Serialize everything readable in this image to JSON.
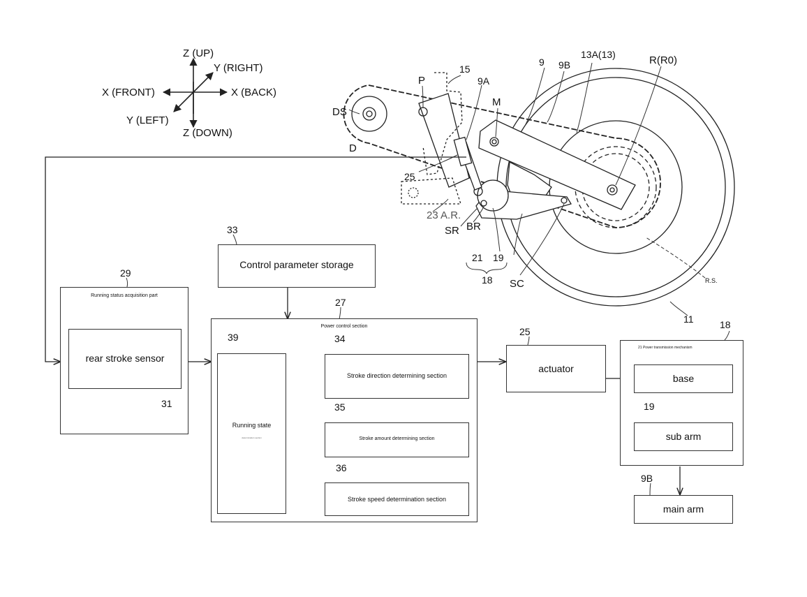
{
  "axes": {
    "z_up": "Z (UP)",
    "y_right": "Y (RIGHT)",
    "x_front": "X (FRONT)",
    "x_back": "X (BACK)",
    "y_left": "Y (LEFT)",
    "z_down": "Z (DOWN)"
  },
  "mechanism_labels": {
    "ds": "DS",
    "d": "D",
    "p": "P",
    "l15": "15",
    "l9a": "9A",
    "m": "M",
    "l9": "9",
    "l9b": "9B",
    "l13a": "13A(13)",
    "r": "R(R0)",
    "l25": "25",
    "ar": "23 A.R.",
    "sr": "SR",
    "br": "BR",
    "l21": "21",
    "l19": "19",
    "l18": "18",
    "sc": "SC",
    "rs": "R.S.",
    "l11": "11"
  },
  "blocks": {
    "storage": {
      "ref": "33",
      "label": "Control parameter storage"
    },
    "acquisition": {
      "ref": "29",
      "label": "Running status acquisition part"
    },
    "rear_sensor": {
      "ref": "31",
      "label": "rear stroke sensor"
    },
    "power_control": {
      "ref": "27",
      "label": "Power control section"
    },
    "running_state": {
      "ref": "39",
      "label": "Running state",
      "sublabel": "determination section"
    },
    "direction": {
      "ref": "34",
      "label": "Stroke direction determining section"
    },
    "amount": {
      "ref": "35",
      "label": "Stroke amount determining section"
    },
    "speed": {
      "ref": "36",
      "label": "Stroke speed determination section"
    },
    "actuator": {
      "ref": "25",
      "label": "actuator"
    },
    "transmission": {
      "ref": "18",
      "label": "21 Power transmission mechanism"
    },
    "base": {
      "label": "base"
    },
    "sub_arm": {
      "ref": "19",
      "label": "sub arm"
    },
    "main_arm": {
      "ref": "9B",
      "label": "main arm"
    }
  }
}
